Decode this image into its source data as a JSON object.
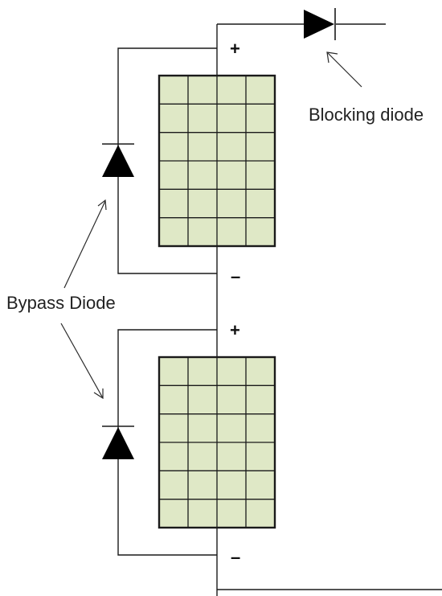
{
  "labels": {
    "blocking_diode": "Blocking diode",
    "bypass_diode": "Bypass Diode"
  },
  "panels": [
    {
      "plus": "+",
      "minus": "–",
      "rows": 6,
      "cols": 4
    },
    {
      "plus": "+",
      "minus": "–",
      "rows": 6,
      "cols": 4
    }
  ],
  "colors": {
    "panel_fill": "#dfe8c6",
    "line": "#1a1a1a",
    "diode": "#000000"
  }
}
